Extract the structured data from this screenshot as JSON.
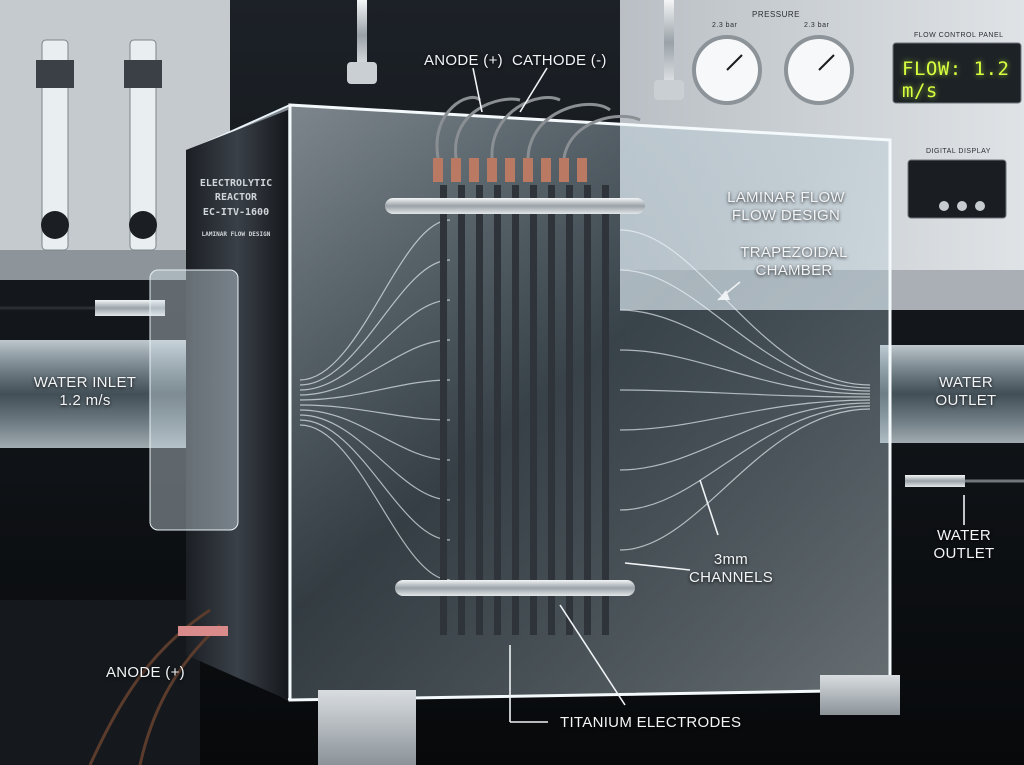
{
  "labels": {
    "anode_top": "ANODE (+)",
    "cathode_top": "CATHODE (-)",
    "laminar_1": "LAMINAR FLOW",
    "laminar_2": "FLOW DESIGN",
    "trap_1": "TRAPEZOIDAL",
    "trap_2": "CHAMBER",
    "inlet_1": "WATER INLET",
    "inlet_2": "1.2 m/s",
    "outlet_1": "WATER",
    "outlet_2": "OUTLET",
    "outlet_low_1": "WATER",
    "outlet_low_2": "OUTLET",
    "channels_1": "3mm",
    "channels_2": "CHANNELS",
    "anode_bottom": "ANODE (+)",
    "electrodes": "TITANIUM ELECTRODES"
  },
  "plate": {
    "line1": "ELECTROLYTIC",
    "line2": "REACTOR",
    "line3": "EC-ITV-1600",
    "line4": "LAMINAR FLOW DESIGN"
  },
  "panel": {
    "pressure_title": "PRESSURE",
    "gauge_left": "2.3 bar",
    "gauge_right": "2.3 bar",
    "flow_panel_title": "FLOW CONTROL PANEL",
    "flow_readout": "FLOW: 1.2 m/s",
    "digital_title": "DIGITAL DISPLAY"
  },
  "colors": {
    "background": "#0d1014",
    "acrylic": "#cfe3ee",
    "lcd_text": "#d9ff3f",
    "panel": "#c9cdd1",
    "label_text": "#f2f4f6"
  }
}
